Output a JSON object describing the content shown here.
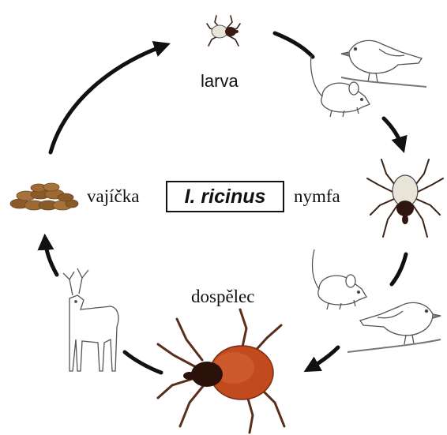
{
  "diagram": {
    "title": "I. ricinus",
    "stages": {
      "larva": "larva",
      "nymph": "nymfa",
      "adult": "dospělec",
      "eggs": "vajíčka"
    }
  }
}
